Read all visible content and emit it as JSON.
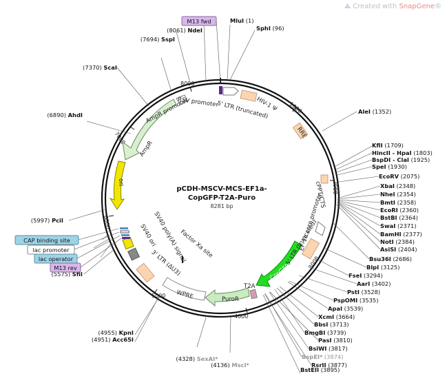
{
  "watermark": {
    "prefix": "Created with ",
    "brand": "SnapGene",
    "suffix": "®"
  },
  "plasmid": {
    "name_line1": "pCDH-MSCV-MCS-EF1a-",
    "name_line2": "CopGFP-T2A-Puro",
    "size_line": "8281 bp"
  },
  "ticks": [
    "1000",
    "2000",
    "3000",
    "4000",
    "5000",
    "6000",
    "7000",
    "8000"
  ],
  "sites_right": [
    {
      "name": "MluI",
      "pos": "(1)",
      "bold": true
    },
    {
      "name": "SphI",
      "pos": "(96)",
      "bold": true
    },
    {
      "name": "AleI",
      "pos": "(1352)",
      "bold": true
    },
    {
      "name": "KflI",
      "pos": "(1709)",
      "bold": true
    },
    {
      "name": "HincII - HpaI",
      "pos": "(1803)",
      "bold": true
    },
    {
      "name": "BspDI - ClaI",
      "pos": "(1925)",
      "bold": true
    },
    {
      "name": "SpeI",
      "pos": "(1930)",
      "bold": true
    },
    {
      "name": "EcoRV",
      "pos": "(2075)",
      "bold": true
    },
    {
      "name": "XbaI",
      "pos": "(2348)",
      "bold": true
    },
    {
      "name": "NheI",
      "pos": "(2354)",
      "bold": true
    },
    {
      "name": "BmtI",
      "pos": "(2358)",
      "bold": true
    },
    {
      "name": "EcoRI",
      "pos": "(2360)",
      "bold": true
    },
    {
      "name": "BstBI",
      "pos": "(2364)",
      "bold": true
    },
    {
      "name": "SwaI",
      "pos": "(2371)",
      "bold": true
    },
    {
      "name": "BamHI",
      "pos": "(2377)",
      "bold": true
    },
    {
      "name": "NotI",
      "pos": "(2384)",
      "bold": true
    },
    {
      "name": "AsiSI",
      "pos": "(2404)",
      "bold": true
    },
    {
      "name": "Bsu36I",
      "pos": "(2686)",
      "bold": true
    },
    {
      "name": "BlpI",
      "pos": "(3125)",
      "bold": true
    },
    {
      "name": "FseI",
      "pos": "(3294)",
      "bold": true
    },
    {
      "name": "AarI",
      "pos": "(3402)",
      "bold": true
    },
    {
      "name": "PstI",
      "pos": "(3528)",
      "bold": true
    },
    {
      "name": "PspOMI",
      "pos": "(3535)",
      "bold": true
    },
    {
      "name": "ApaI",
      "pos": "(3539)",
      "bold": true
    },
    {
      "name": "XcmI",
      "pos": "(3664)",
      "bold": true
    },
    {
      "name": "BbsI",
      "pos": "(3713)",
      "bold": true
    },
    {
      "name": "BmgBI",
      "pos": "(3739)",
      "bold": true
    },
    {
      "name": "PasI",
      "pos": "(3810)",
      "bold": true
    },
    {
      "name": "BsiWI",
      "pos": "(3817)",
      "bold": true
    },
    {
      "name": "BspEI*",
      "pos": "(3874)",
      "bold": true,
      "gray": true
    },
    {
      "name": "RsrII",
      "pos": "(3877)",
      "bold": true
    },
    {
      "name": "BstEII",
      "pos": "(3895)",
      "bold": true
    }
  ],
  "sites_left": [
    {
      "name": "NdeI",
      "pos": "(8061)"
    },
    {
      "name": "SspI",
      "pos": "(7694)"
    },
    {
      "name": "ScaI",
      "pos": "(7370)"
    },
    {
      "name": "AhdI",
      "pos": "(6890)"
    },
    {
      "name": "PciI",
      "pos": "(5997)"
    },
    {
      "name": "SfiI",
      "pos": "(5575)"
    },
    {
      "name": "KpnI",
      "pos": "(4955)"
    },
    {
      "name": "Acc65I",
      "pos": "(4951)"
    }
  ],
  "sites_bottom": [
    {
      "name": "SexAI*",
      "pos": "(4328)"
    },
    {
      "name": "MscI*",
      "pos": "(4136)"
    }
  ],
  "boxed_labels": {
    "m13_fwd": "M13 fwd",
    "cap_site": "CAP binding site",
    "lac_promoter": "lac promoter",
    "lac_operator": "lac operator",
    "m13_rev": "M13 rev"
  },
  "features": {
    "rsv_promoter": "RSV promoter",
    "ltr5": "5' LTR (truncated)",
    "hiv_psi": "HIV-1 Ψ",
    "ampr_promoter": "AmpR promoter",
    "ampr": "AmpR",
    "rre": "RRE",
    "ori": "ori",
    "cppt": "cPPT/CTS",
    "ef1a": "EF-1α core promoter",
    "ltr5b": "5' LTR (truncated)",
    "copgfp": "CopGFP",
    "t2a": "T2A",
    "puror": "PuroR",
    "wpre": "WPRE",
    "ltr3": "3' LTR (ΔU3)",
    "factor_xa": "Factor Xa site",
    "sv40_polya": "SV40 poly(A) signal",
    "sv40_ori": "SV40 ori"
  },
  "colors": {
    "backbone": "#111111",
    "ampr": "#d8f0d0",
    "ori": "#f2e600",
    "copgfp": "#22dd22",
    "puror": "#c8ecc0",
    "ltr": "#fbd4b0",
    "tag_purple": "#d9b7ea",
    "tag_blue": "#9fd3e6"
  }
}
